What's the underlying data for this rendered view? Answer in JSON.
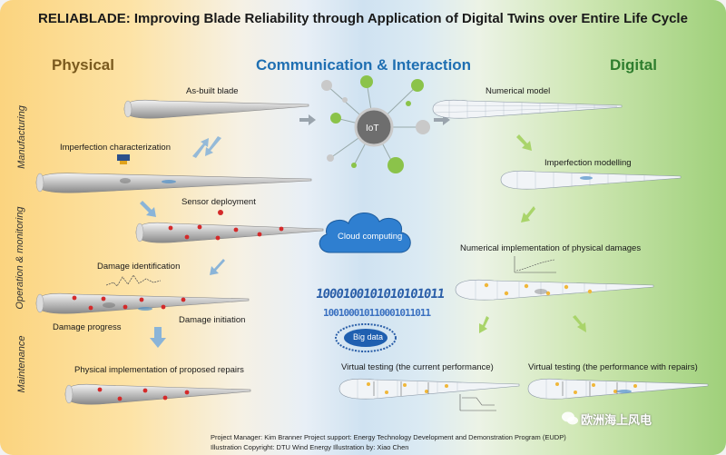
{
  "title": "RELIABLADE: Improving Blade Reliability through Application of Digital Twins over Entire Life Cycle",
  "columns": {
    "physical": "Physical",
    "communication": "Communication & Interaction",
    "digital": "Digital"
  },
  "phases": {
    "manufacturing": "Manufacturing",
    "operation": "Operation & monitoring",
    "maintenance": "Maintenance"
  },
  "physical_labels": {
    "as_built": "As-built blade",
    "imperfection": "Imperfection characterization",
    "sensor": "Sensor deployment",
    "damage_id": "Damage identification",
    "damage_progress": "Damage progress",
    "damage_init": "Damage initiation",
    "repairs": "Physical implementation of proposed repairs"
  },
  "comm_labels": {
    "iot": "IoT",
    "cloud": "Cloud computing",
    "binary_1": "1000100101010101011",
    "binary_2": "100100010110001011011",
    "big_data": "Big data"
  },
  "digital_labels": {
    "numerical_model": "Numerical model",
    "imperfection_modelling": "Imperfection modelling",
    "numerical_damage": "Numerical implementation of physical damages",
    "virtual_current": "Virtual testing (the current performance)",
    "virtual_repairs": "Virtual testing (the performance with repairs)"
  },
  "footer": {
    "line1": "Project Manager: Kim Branner    Project support: Energy Technology Development and Demonstration Program (EUDP)",
    "line2": "Illustration Copyright: DTU Wind Energy    Illustration by: Xiao Chen"
  },
  "watermark": "欧洲海上风电",
  "colors": {
    "physical_accent": "#7a5a1e",
    "comm_accent": "#1f6fb2",
    "digital_accent": "#2e7d2e",
    "sensor_dot": "#d42a2a",
    "arrow_blue": "#8ab4d8",
    "arrow_green": "#a9d46a"
  }
}
